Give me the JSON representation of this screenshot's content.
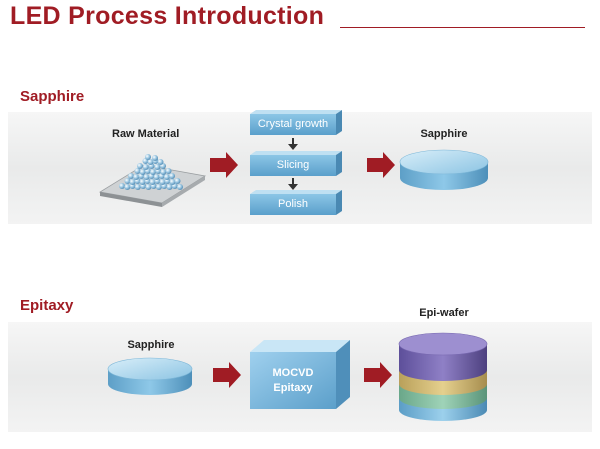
{
  "page_title": "LED Process Introduction",
  "colors": {
    "accent": "#a01c24",
    "panel": "#eceded",
    "box_blue": "#6aaed4",
    "arrow": "#a01c24"
  },
  "sapphire_section": {
    "title": "Sapphire",
    "input_label": "Raw Material",
    "steps": [
      "Crystal growth",
      "Slicing",
      "Polish"
    ],
    "output_label": "Sapphire"
  },
  "epitaxy_section": {
    "title": "Epitaxy",
    "input_label": "Sapphire",
    "process_line1": "MOCVD",
    "process_line2": "Epitaxy",
    "output_label": "Epi-wafer"
  }
}
